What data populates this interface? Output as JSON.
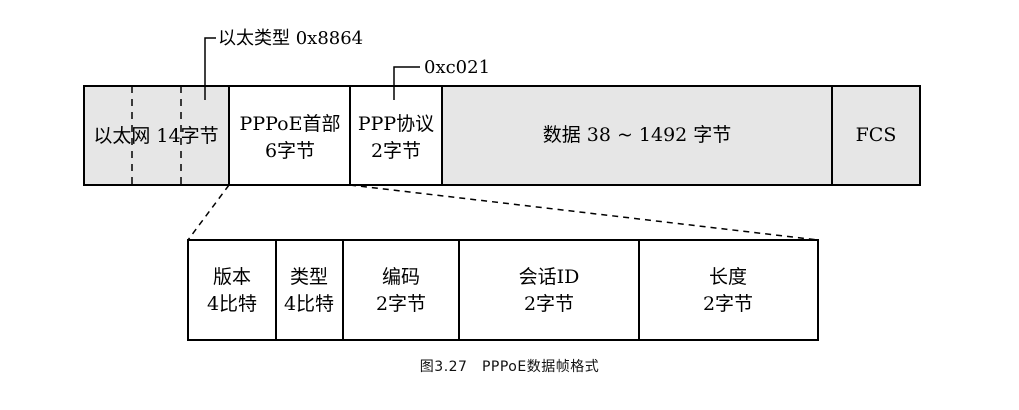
{
  "top_frame": {
    "segments": [
      {
        "id": "ethernet",
        "lines": [
          "以太网 14字节"
        ],
        "shaded": true
      },
      {
        "id": "pppoe-header",
        "lines": [
          "PPPoE首部",
          "6字节"
        ],
        "shaded": false
      },
      {
        "id": "ppp-protocol",
        "lines": [
          "PPP协议",
          "2字节"
        ],
        "shaded": false
      },
      {
        "id": "data",
        "lines": [
          "数据 38 ~ 1492 字节"
        ],
        "shaded": true
      },
      {
        "id": "fcs",
        "lines": [
          "FCS"
        ],
        "shaded": true
      }
    ]
  },
  "annotations": {
    "ethertype": "以太类型 0x8864",
    "ppp_protocol_value": "0xc021"
  },
  "header_detail": {
    "fields": [
      {
        "id": "version",
        "lines": [
          "版本",
          "4比特"
        ]
      },
      {
        "id": "type",
        "lines": [
          "类型",
          "4比特"
        ]
      },
      {
        "id": "code",
        "lines": [
          "编码",
          "2字节"
        ]
      },
      {
        "id": "session-id",
        "lines": [
          "会话ID",
          "2字节"
        ]
      },
      {
        "id": "length",
        "lines": [
          "长度",
          "2字节"
        ]
      }
    ]
  },
  "caption": "图3.27　PPPoE数据帧格式",
  "colors": {
    "shade": "#e6e6e6",
    "stroke": "#000000"
  }
}
